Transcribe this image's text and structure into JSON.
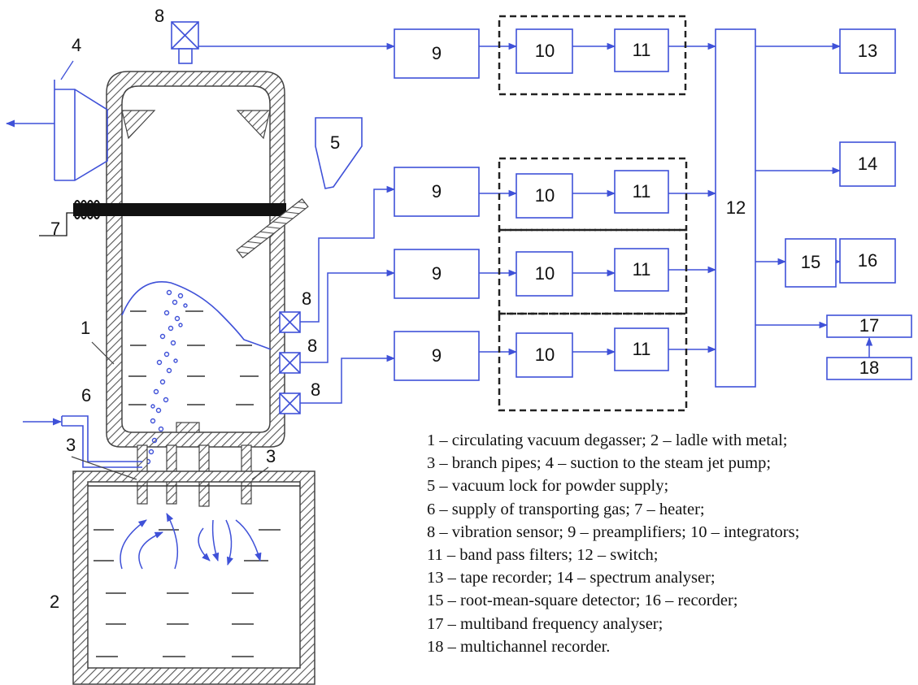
{
  "colors": {
    "line": "#3f51d8",
    "hatch": "#555555",
    "text": "#111111"
  },
  "labels": {
    "n1": "1",
    "n2": "2",
    "n3a": "3",
    "n3b": "3",
    "n4": "4",
    "n5": "5",
    "n6": "6",
    "n7": "7",
    "n8_top": "8",
    "n8_a": "8",
    "n8_b": "8",
    "n8_c": "8"
  },
  "blocks": {
    "preamp": "9",
    "integrator": "10",
    "filter": "11",
    "switch": "12",
    "tape_recorder": "13",
    "spectrum_analyser": "14",
    "rms_detector": "15",
    "recorder": "16",
    "multiband_analyser": "17",
    "multichannel_recorder": "18"
  },
  "legend": [
    "1 – circulating vacuum degasser; 2 – ladle with metal;",
    "3 – branch pipes; 4 – suction to the steam jet pump;",
    "5 – vacuum lock for powder supply;",
    "6 – supply of transporting gas; 7 – heater;",
    "8 – vibration sensor; 9 – preamplifiers; 10 – integrators;",
    "11 – band pass filters; 12 – switch;",
    "13 – tape recorder; 14 – spectrum analyser;",
    "15 – root-mean-square detector; 16 – recorder;",
    "17 – multiband frequency analyser;",
    "18 – multichannel recorder."
  ]
}
